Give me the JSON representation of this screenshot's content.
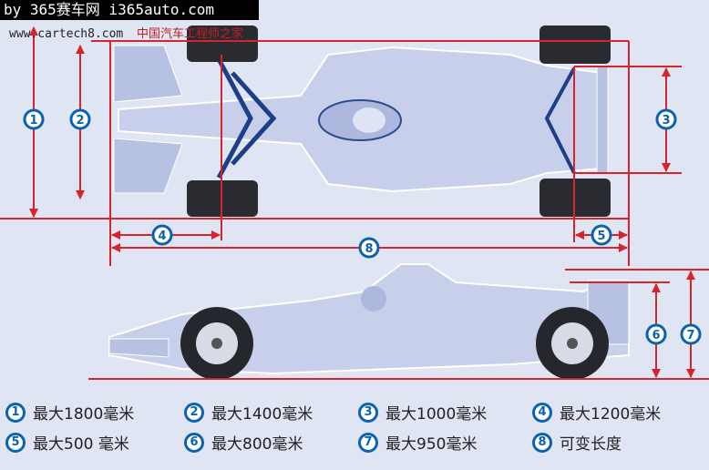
{
  "watermarks": {
    "site_banner": "by 365赛车网 i365auto.com",
    "overlay_text": "中国汽车工程师之家",
    "url": "www.cartech8.com"
  },
  "markers": [
    "1",
    "2",
    "3",
    "4",
    "5",
    "6",
    "7",
    "8"
  ],
  "legend": [
    {
      "num": "1",
      "text": "最大1800毫米"
    },
    {
      "num": "2",
      "text": "最大1400毫米"
    },
    {
      "num": "3",
      "text": "最大1000毫米"
    },
    {
      "num": "4",
      "text": "最大1200毫米"
    },
    {
      "num": "5",
      "text": "最大500 毫米"
    },
    {
      "num": "6",
      "text": "最大800毫米"
    },
    {
      "num": "7",
      "text": "最大950毫米"
    },
    {
      "num": "8",
      "text": "可变长度"
    }
  ],
  "colors": {
    "dimension": "#d9232a",
    "marker": "#0b63b0",
    "car": "#c9d0ea",
    "background": "#dfe5f2"
  }
}
